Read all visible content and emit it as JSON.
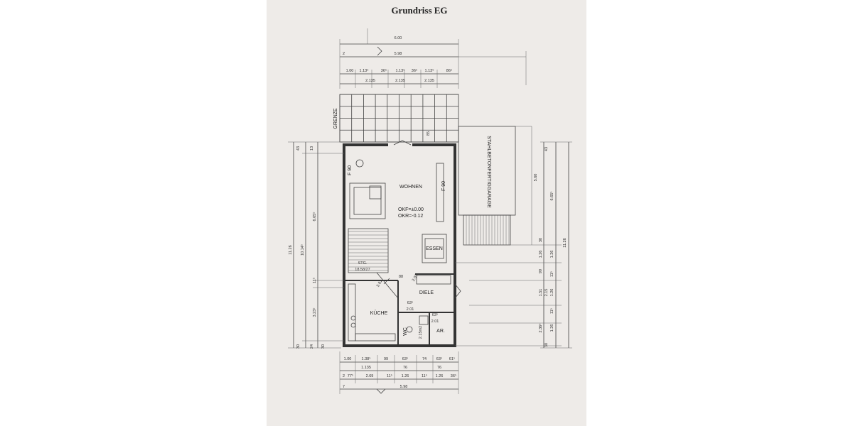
{
  "title": "Grundriss EG",
  "labels": {
    "grenze": "GRENZE",
    "wohnen": "WOHNEN",
    "essen": "ESSEN",
    "kueche": "KÜCHE",
    "diele": "DIELE",
    "wc": "WC",
    "ar": "AR.",
    "garage": "STAHLBETONFERTIGGARAGE",
    "f90_left": "F 90",
    "f90_right": "F 90",
    "okf": "OKF=±0.00",
    "okr": "OKR=-0.12",
    "stairs": "STG.",
    "stairs_size": "18.58/27"
  },
  "dims_top": {
    "overall_600": "6.00",
    "overall_598": "5.98",
    "edge_2": "2",
    "segments": [
      "1.00",
      "1.13⁵",
      "36⁵",
      "1.13⁵",
      "36⁵",
      "1.13⁵",
      "86⁵"
    ],
    "sub": [
      "2.135",
      "2.135",
      "2.135"
    ]
  },
  "dims_bottom": {
    "segments": [
      "1.00",
      "1.38⁵",
      "99",
      "63⁵",
      "74",
      "63⁵",
      "61⁵"
    ],
    "middle": [
      "1.135",
      "76",
      "76"
    ],
    "row3": [
      "2",
      "77⁵",
      "2.69",
      "11⁵",
      "1.26",
      "11⁵",
      "1.26",
      "36⁵"
    ],
    "overall": "5.98",
    "edge": "7"
  },
  "dims_left": {
    "overall": "11.26",
    "a": "10.14⁵",
    "b": "6.65⁵",
    "c": "3.23⁵",
    "d": "11⁵",
    "top": [
      "43",
      "13"
    ],
    "bottom": [
      "30",
      "24",
      "30"
    ]
  },
  "dims_right": {
    "overall": "11.26",
    "a": "6.65⁵",
    "b": "1.26",
    "c": "99",
    "d": "1.26",
    "e": "2.15",
    "f": "11⁵",
    "g": "1.26",
    "h": "2.36⁵",
    "top": "43",
    "garage": "5.60",
    "mid": [
      "30",
      "1.26",
      "1.51",
      "1.26"
    ],
    "bottom": "30"
  },
  "room_dims": {
    "d1": "3.81",
    "d2": "88",
    "d3": "2.01",
    "d4": "63⁵",
    "d5": "2.01",
    "d6": "63⁵",
    "d7": "2.01",
    "d8": "2.15m2",
    "d9": "85"
  }
}
